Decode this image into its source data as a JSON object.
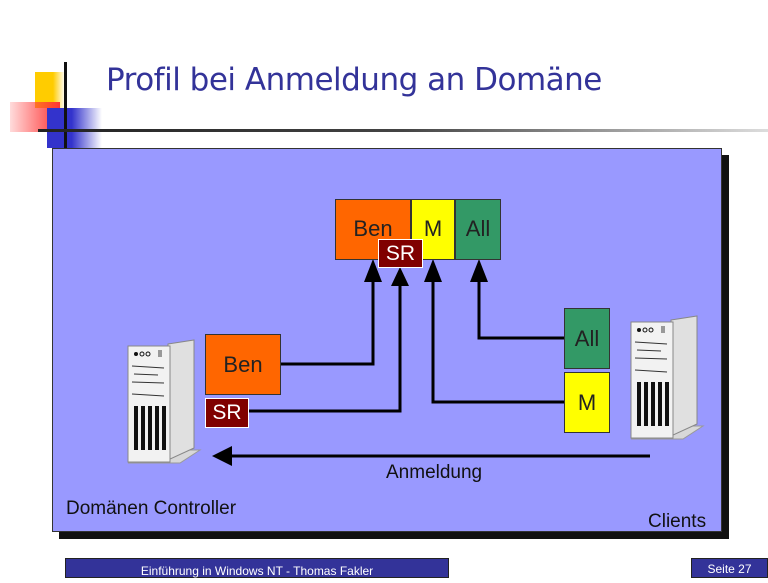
{
  "slide": {
    "title": "Profil bei Anmeldung an Domäne",
    "footer_text": "Einführung in Windows NT - Thomas Fakler",
    "page_label": "Seite 27"
  },
  "diagram": {
    "profile_bar": {
      "segments": [
        {
          "label": "Ben",
          "color": "#ff6600"
        },
        {
          "label": "M",
          "color": "#ffff00"
        },
        {
          "label": "All",
          "color": "#339966"
        }
      ],
      "overlay": {
        "label": "SR",
        "color": "#800000"
      }
    },
    "controller": {
      "label": "Domänen Controller",
      "boxes": [
        {
          "label": "Ben",
          "color": "#ff6600"
        },
        {
          "label": "SR",
          "color": "#800000"
        }
      ],
      "icon": "server-tower-icon"
    },
    "clients": {
      "label": "Clients",
      "boxes": [
        {
          "label": "All",
          "color": "#339966"
        },
        {
          "label": "M",
          "color": "#ffff00"
        }
      ],
      "icon": "server-tower-icon"
    },
    "login_arrow_label": "Anmeldung",
    "panel_color": "#9999ff",
    "accent_color": "#333399"
  }
}
